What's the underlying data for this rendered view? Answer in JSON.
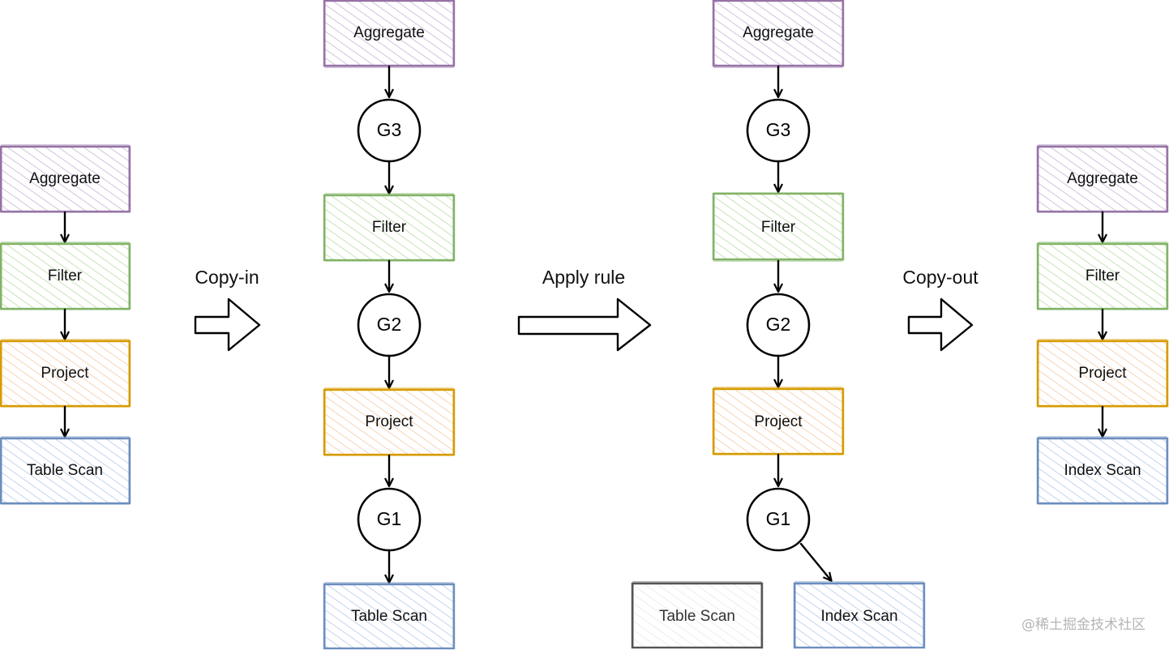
{
  "colors": {
    "aggregate": {
      "stroke": "#9673a6",
      "hatch": "#c9b2d6"
    },
    "filter": {
      "stroke": "#82b366",
      "hatch": "#b9dca6"
    },
    "project": {
      "stroke": "#d79b00",
      "hatch": "#f6c9a0"
    },
    "scan": {
      "stroke": "#6c8ebf",
      "hatch": "#b3c9ea"
    },
    "unused": {
      "stroke": "#555555",
      "hatch": "#e5e5e5"
    }
  },
  "original_plan": {
    "aggregate": "Aggregate",
    "filter": "Filter",
    "project": "Project",
    "scan": "Table Scan"
  },
  "steps": {
    "copy_in": "Copy-in",
    "apply_rule": "Apply rule",
    "copy_out": "Copy-out"
  },
  "memo_before": {
    "aggregate": "Aggregate",
    "g3": "G3",
    "filter": "Filter",
    "g2": "G2",
    "project": "Project",
    "g1": "G1",
    "scan": "Table Scan"
  },
  "memo_after": {
    "aggregate": "Aggregate",
    "g3": "G3",
    "filter": "Filter",
    "g2": "G2",
    "project": "Project",
    "g1": "G1",
    "table_scan": "Table Scan",
    "index_scan": "Index Scan"
  },
  "new_plan": {
    "aggregate": "Aggregate",
    "filter": "Filter",
    "project": "Project",
    "scan": "Index Scan"
  },
  "watermark": "@稀土掘金技术社区"
}
